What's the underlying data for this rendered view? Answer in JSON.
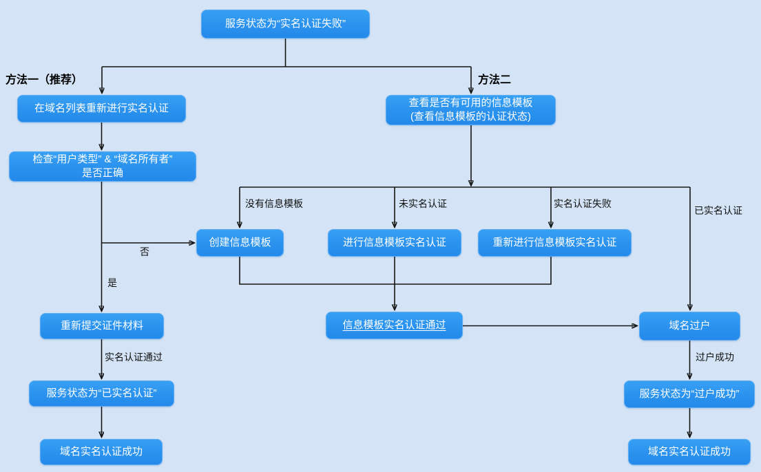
{
  "diagram": {
    "type": "flowchart",
    "topic": "域名实名认证失败处理流程"
  },
  "colors": {
    "background": "#d4e4f6",
    "node_fill": "#2e96ef",
    "node_border": "#5bacf4",
    "node_text": "#ffffff",
    "line": "#141414",
    "label_text": "#101010"
  },
  "headers": {
    "method1": "方法一（推荐）",
    "method2": "方法二"
  },
  "nodes": {
    "start": {
      "label": "服务状态为“实名认证失败”"
    },
    "m1_step1": {
      "label": "在域名列表重新进行实名认证"
    },
    "m1_check": {
      "line1": "检查“用户类型” & “域名所有者”",
      "line2": "是否正确"
    },
    "m1_resubmit": {
      "label": "重新提交证件材料"
    },
    "m1_status": {
      "label": "服务状态为“已实名认证”"
    },
    "m1_success": {
      "label": "域名实名认证成功"
    },
    "m2_step1": {
      "line1": "查看是否有可用的信息模板",
      "line2": "(查看信息模板的认证状态)"
    },
    "m2_create": {
      "label": "创建信息模板"
    },
    "m2_do_auth": {
      "label": "进行信息模板实名认证"
    },
    "m2_redo_auth": {
      "label": "重新进行信息模板实名认证"
    },
    "m2_pass": {
      "label": "信息模板实名认证通过"
    },
    "m2_transfer": {
      "label": "域名过户"
    },
    "m2_status": {
      "label": "服务状态为“过户成功”"
    },
    "m2_success": {
      "label": "域名实名认证成功"
    }
  },
  "edge_labels": {
    "no": "否",
    "yes": "是",
    "auth_passed": "实名认证通过",
    "no_template": "没有信息模板",
    "not_verified": "未实名认证",
    "verify_failed": "实名认证失败",
    "verified": "已实名认证",
    "transfer_success": "过户成功"
  }
}
